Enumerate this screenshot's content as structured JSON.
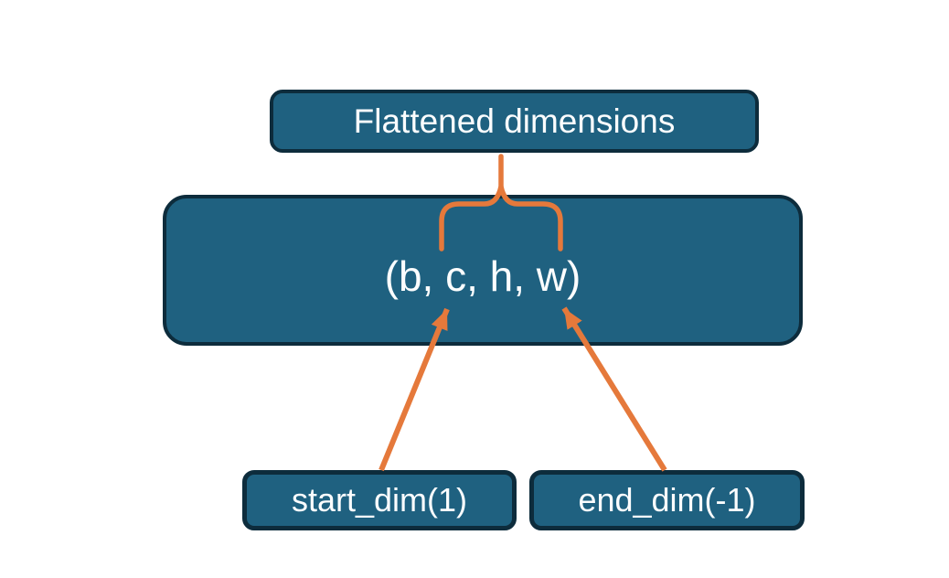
{
  "diagram": {
    "title_node": {
      "label": "Flattened dimensions"
    },
    "tensor_node": {
      "label": "(b, c, h, w)"
    },
    "start_dim_node": {
      "label": "start_dim(1)"
    },
    "end_dim_node": {
      "label": "end_dim(-1)"
    }
  },
  "connectors": {
    "brace": "brace spanning c and h dimensions, linking tensor to Flattened dimensions label",
    "start_dim_arrow": "arrow from start_dim(1) to dimension c",
    "end_dim_arrow": "arrow from end_dim(-1) to dimension w"
  },
  "colors": {
    "node_fill": "#1F6180",
    "node_border": "#0D2C3C",
    "text": "#FBFDFE",
    "accent_orange": "#E5793B",
    "background": "#FFFFFF"
  }
}
